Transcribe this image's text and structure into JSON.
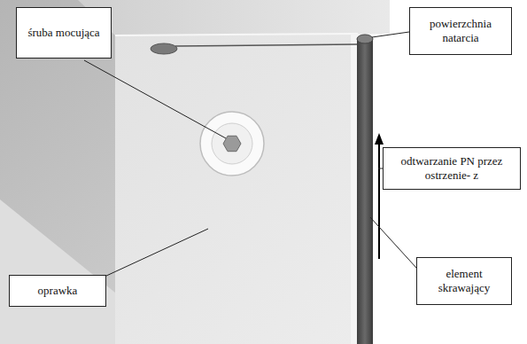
{
  "diagram": {
    "nodes": [
      {
        "text": [
          "śruba mocująca"
        ]
      },
      {
        "text": [
          "powierzchnia natarcia"
        ]
      },
      {
        "text": [
          "odtwarzanie PN przez ostrzenie- z"
        ]
      },
      {
        "text": [
          "element skrawający"
        ]
      },
      {
        "text": [
          "oprawka"
        ]
      }
    ]
  }
}
